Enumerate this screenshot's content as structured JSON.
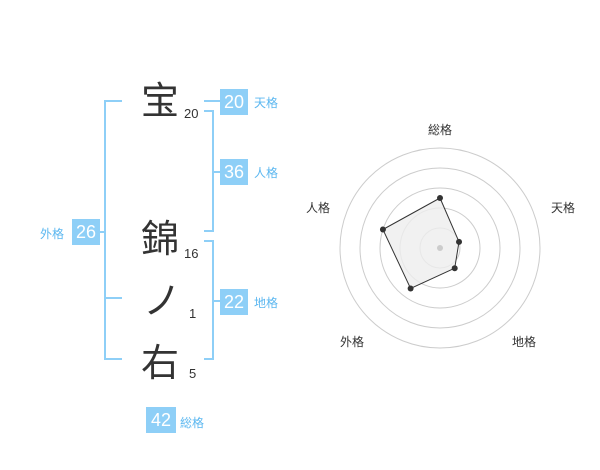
{
  "name": {
    "chars": [
      {
        "char": "宝",
        "strokes": "20"
      },
      {
        "char": "錦",
        "strokes": "16"
      },
      {
        "char": "ノ",
        "strokes": "1"
      },
      {
        "char": "右",
        "strokes": "5"
      }
    ]
  },
  "kakusu": {
    "tenkaku": {
      "value": "20",
      "label": "天格"
    },
    "jinkaku": {
      "value": "36",
      "label": "人格"
    },
    "chikaku": {
      "value": "22",
      "label": "地格"
    },
    "gaikaku": {
      "value": "26",
      "label": "外格"
    },
    "soukaku": {
      "value": "42",
      "label": "総格"
    }
  },
  "radar": {
    "axes": [
      "総格",
      "天格",
      "地格",
      "外格",
      "人格"
    ],
    "values": [
      0.5,
      0.2,
      0.25,
      0.5,
      0.6
    ],
    "colors": {
      "ring": "#cccccc",
      "fill": "#eeeeee",
      "line": "#333333",
      "center": "#cccccc"
    }
  }
}
